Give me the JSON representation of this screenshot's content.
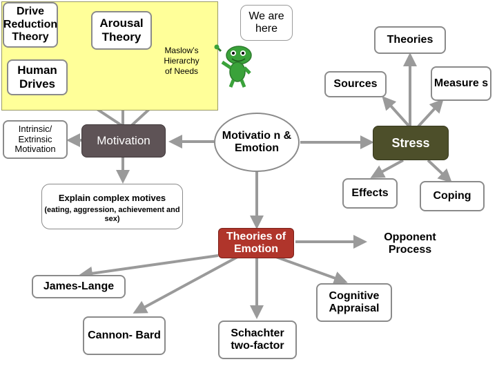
{
  "nodes": {
    "drive_reduction": "Drive Reduction Theory",
    "arousal": "Arousal Theory",
    "human_drives": "Human Drives",
    "maslow": "Maslow’s Hierarchy of Needs",
    "intrinsic": "Intrinsic/ Extrinsic Motivation",
    "motivation": "Motivation",
    "we_are_here": "We are here",
    "motivation_emotion": "Motivatio n & Emotion",
    "theories": "Theories",
    "sources": "Sources",
    "measures": "Measure s",
    "stress": "Stress",
    "effects": "Effects",
    "coping": "Coping",
    "explain_complex": "Explain complex motives",
    "explain_examples": "(eating, aggression, achievement and sex)",
    "theories_of_emotion": "Theories of Emotion",
    "opponent_process": "Opponent Process",
    "james_lange": "James-Lange",
    "cognitive_appraisal": "Cognitive Appraisal",
    "cannon_bard": "Cannon- Bard",
    "schachter": "Schachter two-factor"
  },
  "colors": {
    "panel": "#ffff99",
    "motivation": "#5e5356",
    "stress": "#4d4f2a",
    "theories_of_emotion": "#b0352b",
    "frog": "#3aa23a",
    "arrows": "#9a9a9a"
  }
}
